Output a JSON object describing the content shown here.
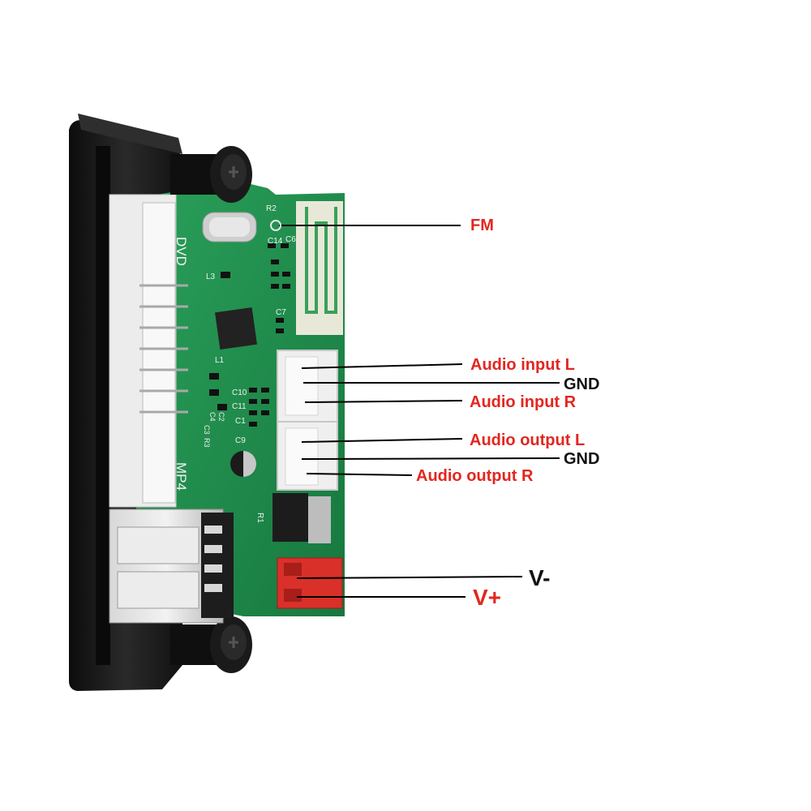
{
  "labels": {
    "fm": "FM",
    "audio_input_l": "Audio input L",
    "gnd_1": "GND",
    "audio_input_r": "Audio input R",
    "audio_output_l": "Audio output L",
    "gnd_2": "GND",
    "audio_output_r": "Audio output R",
    "v_minus": "V-",
    "v_plus": "V+"
  },
  "board_markings": {
    "dvd": "DVD",
    "mp4": "MP4",
    "r1": "R1",
    "r2": "R2",
    "c14": "C14",
    "c6": "C6",
    "c7": "C7",
    "c10": "C10",
    "c11": "C11",
    "c1": "C1",
    "c9": "C9",
    "c4": "C4",
    "c2": "C2",
    "c3": "C3",
    "r3": "R3",
    "l1": "L1",
    "l3": "L3"
  },
  "colors": {
    "label_accent": "#e3261f",
    "label_dark": "#111111",
    "pcb": "#1f8a4c",
    "bezel": "#151515",
    "connector": "#eeeeee",
    "power_connector": "#d9302a"
  }
}
